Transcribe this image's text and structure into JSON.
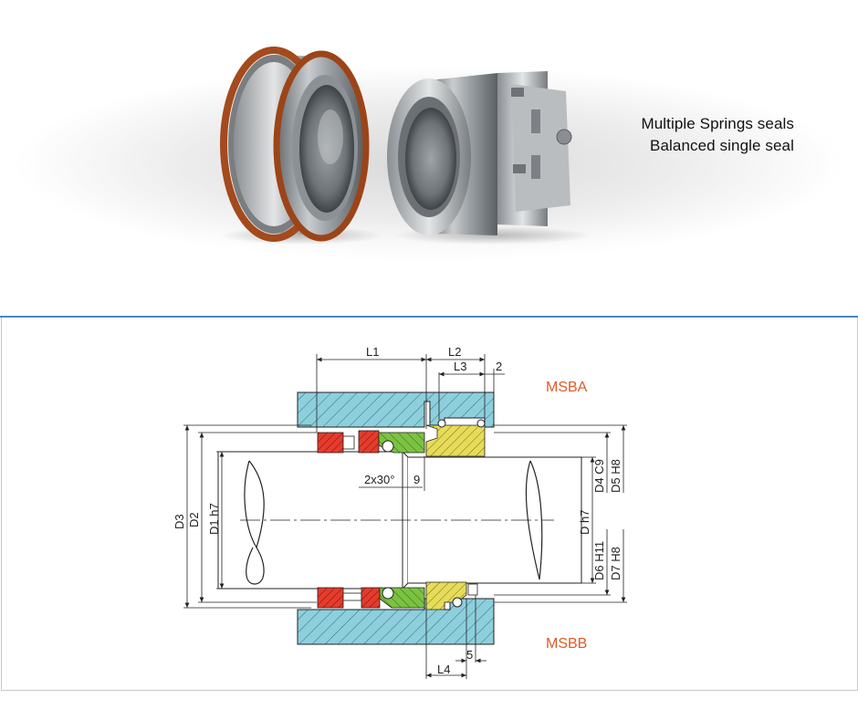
{
  "product": {
    "line1": "Multiple Springs seals",
    "line2": "Balanced single seal"
  },
  "drawing": {
    "variant_top": "MSBA",
    "variant_bottom": "MSBB",
    "labels": {
      "L1": "L1",
      "L2": "L2",
      "L3": "L3",
      "L4": "L4",
      "n2": "2",
      "n5": "5",
      "n9": "9",
      "chamfer": "2x30°",
      "D": "D h7",
      "D1": "D1 h7",
      "D2": "D2",
      "D3": "D3",
      "D4": "D4 C9",
      "D5": "D5 H8",
      "D6": "D6 H11",
      "D7": "D7 H8"
    },
    "colors": {
      "housing": "#8ecfdc",
      "rotating": "#7cc242",
      "stationary": "#e6dc5a",
      "drive": "#e53b2c",
      "variant_label": "#e05a2a",
      "accent": "#4a86c5"
    }
  }
}
